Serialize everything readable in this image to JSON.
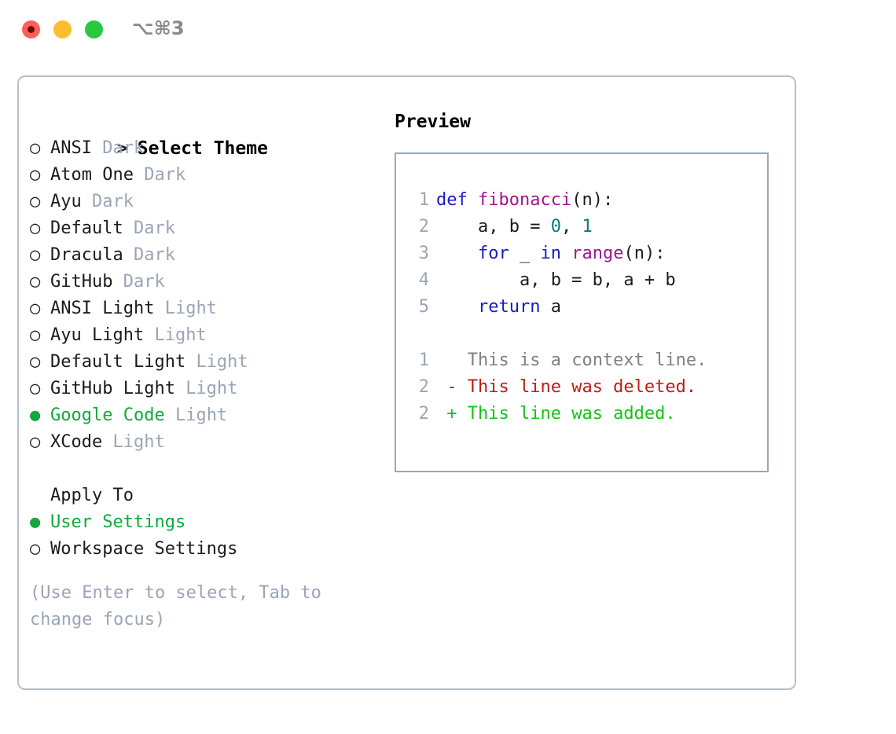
{
  "titlebar": {
    "shortcut": "⌥⌘3",
    "buttons": [
      {
        "name": "close",
        "color": "#ff5f57"
      },
      {
        "name": "minimize",
        "color": "#febc2e"
      },
      {
        "name": "maximize",
        "color": "#28c840"
      }
    ]
  },
  "theme_list": {
    "header_prompt": ">",
    "header_label": "Select Theme",
    "marker_selected": "●",
    "marker_unselected": "○",
    "accent_color": "#12a83c",
    "tag_color": "#9aa5b5",
    "items": [
      {
        "label": "ANSI",
        "tag": "Dark",
        "selected": false
      },
      {
        "label": "Atom One",
        "tag": "Dark",
        "selected": false
      },
      {
        "label": "Ayu",
        "tag": "Dark",
        "selected": false
      },
      {
        "label": "Default",
        "tag": "Dark",
        "selected": false
      },
      {
        "label": "Dracula",
        "tag": "Dark",
        "selected": false
      },
      {
        "label": "GitHub",
        "tag": "Dark",
        "selected": false
      },
      {
        "label": "ANSI Light",
        "tag": "Light",
        "selected": false
      },
      {
        "label": "Ayu Light",
        "tag": "Light",
        "selected": false
      },
      {
        "label": "Default Light",
        "tag": "Light",
        "selected": false
      },
      {
        "label": "GitHub Light",
        "tag": "Light",
        "selected": false
      },
      {
        "label": "Google Code",
        "tag": "Light",
        "selected": true
      },
      {
        "label": "XCode",
        "tag": "Light",
        "selected": false
      }
    ]
  },
  "apply_to": {
    "title": "Apply To",
    "options": [
      {
        "label": "User Settings",
        "selected": true
      },
      {
        "label": "Workspace Settings",
        "selected": false
      }
    ]
  },
  "hint": "(Use Enter to select, Tab to change focus)",
  "preview": {
    "title": "Preview",
    "code": {
      "lines": [
        {
          "num": "1",
          "tokens": [
            {
              "t": "def ",
              "c": "kw"
            },
            {
              "t": "fibonacci",
              "c": "fn"
            },
            {
              "t": "(n):",
              "c": "txt"
            }
          ]
        },
        {
          "num": "2",
          "tokens": [
            {
              "t": "    a, b = ",
              "c": "txt"
            },
            {
              "t": "0",
              "c": "num"
            },
            {
              "t": ", ",
              "c": "txt"
            },
            {
              "t": "1",
              "c": "num"
            }
          ]
        },
        {
          "num": "3",
          "tokens": [
            {
              "t": "    ",
              "c": "txt"
            },
            {
              "t": "for",
              "c": "kw"
            },
            {
              "t": " _ ",
              "c": "txt"
            },
            {
              "t": "in",
              "c": "kw"
            },
            {
              "t": " ",
              "c": "txt"
            },
            {
              "t": "range",
              "c": "fn"
            },
            {
              "t": "(n):",
              "c": "txt"
            }
          ]
        },
        {
          "num": "4",
          "tokens": [
            {
              "t": "        a, b = b, a + b",
              "c": "txt"
            }
          ]
        },
        {
          "num": "5",
          "tokens": [
            {
              "t": "    ",
              "c": "txt"
            },
            {
              "t": "return",
              "c": "kw"
            },
            {
              "t": " a",
              "c": "txt"
            }
          ]
        }
      ]
    },
    "diff": {
      "lines": [
        {
          "num": "1",
          "sign": "  ",
          "text": "This is a context line.",
          "kind": "ctx"
        },
        {
          "num": "2",
          "sign": "- ",
          "text": "This line was deleted.",
          "kind": "del"
        },
        {
          "num": "2",
          "sign": "+ ",
          "text": "This line was added.",
          "kind": "add"
        }
      ]
    }
  }
}
